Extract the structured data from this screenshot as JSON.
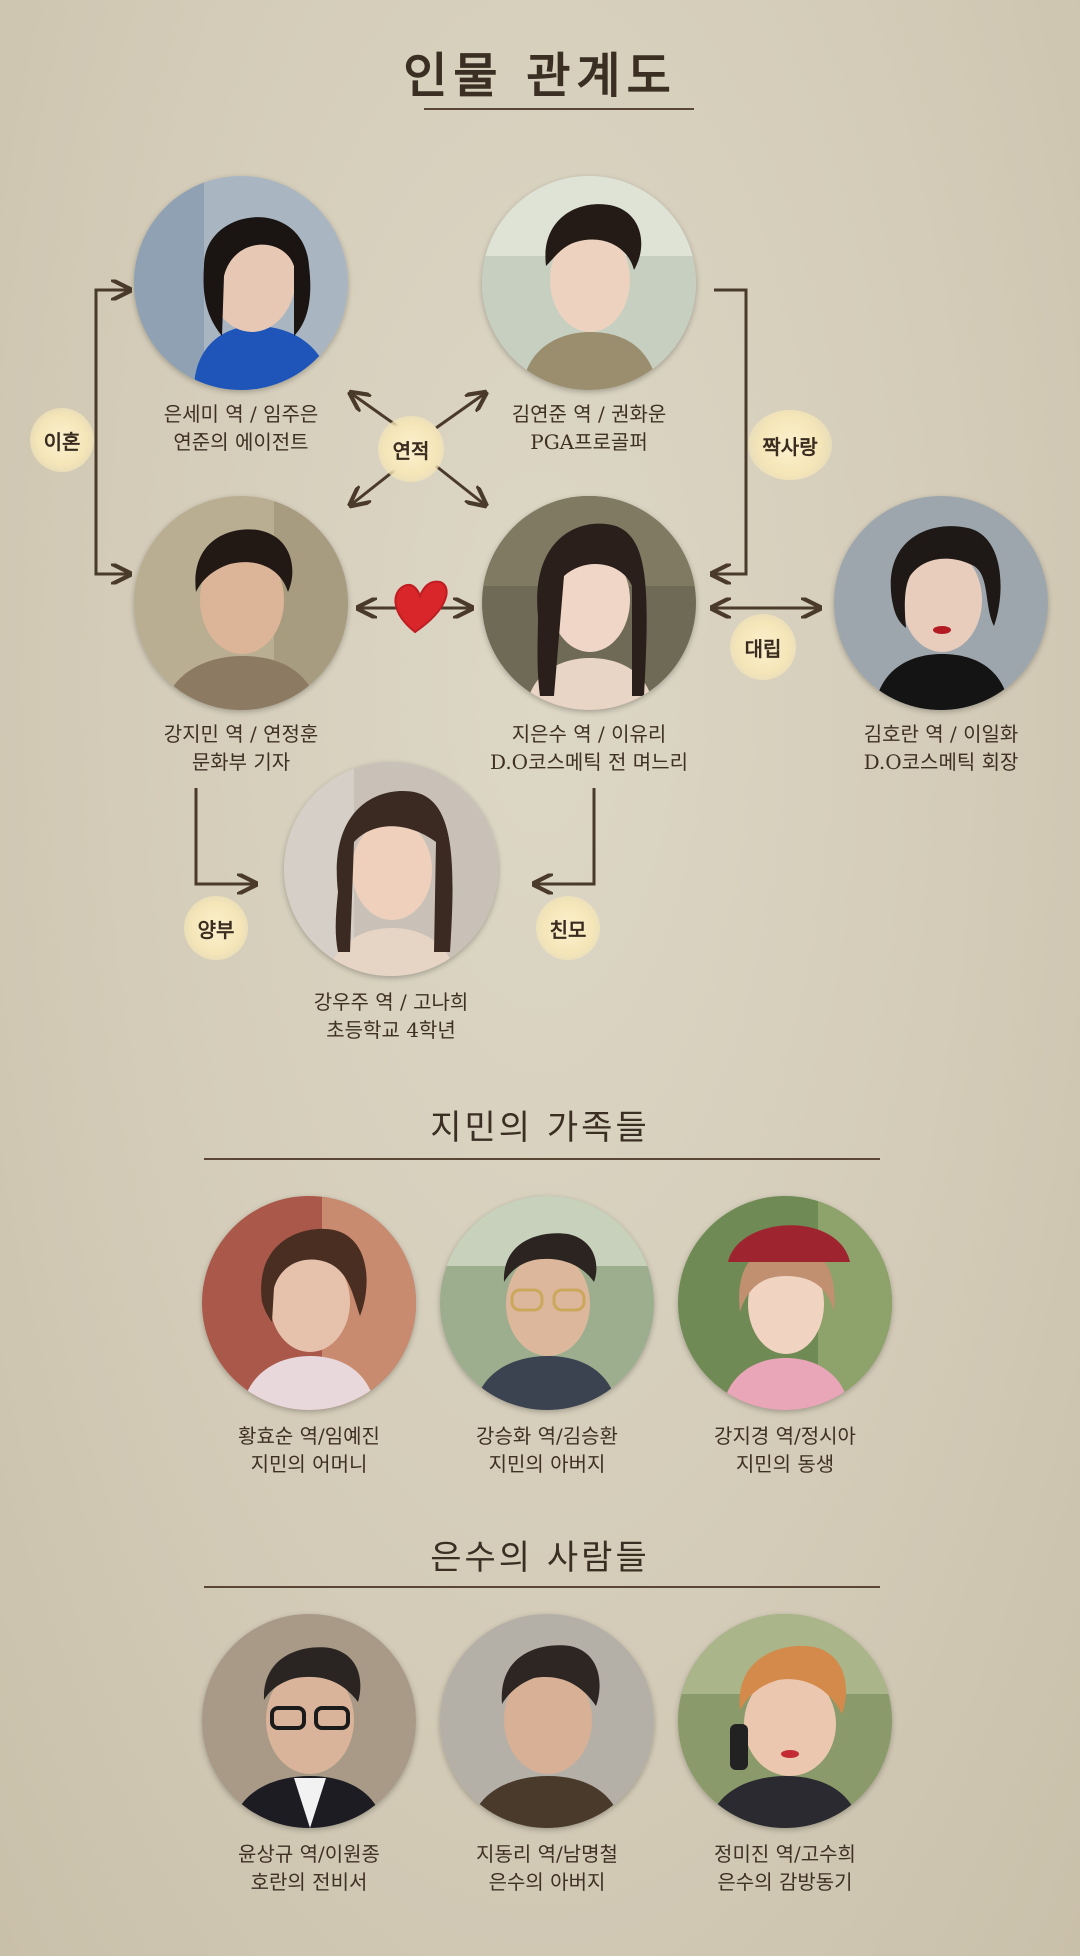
{
  "titles": {
    "main": "인물 관계도",
    "family": "지민의 가족들",
    "eunsu_people": "은수의 사람들"
  },
  "relations": {
    "divorce": "이혼",
    "colleague": "연적",
    "unrequited": "짝사랑",
    "conflict": "대립",
    "adoptive_father": "양부",
    "birth_mother": "친모"
  },
  "characters": {
    "eun_semi": {
      "line1": "은세미 역 / 임주은",
      "line2": "연준의 에이전트"
    },
    "kim_yeonjun": {
      "line1": "김연준 역 / 권화운",
      "line2": "PGA프로골퍼"
    },
    "kang_jimin": {
      "line1": "강지민 역 / 연정훈",
      "line2": "문화부 기자"
    },
    "ji_eunsu": {
      "line1": "지은수 역 / 이유리",
      "line2": "D.O코스메틱 전 며느리"
    },
    "kim_horan": {
      "line1": "김호란 역 / 이일화",
      "line2": "D.O코스메틱 회장"
    },
    "kang_woojoo": {
      "line1": "강우주 역 / 고나희",
      "line2": "초등학교 4학년"
    }
  },
  "family": [
    {
      "line1": "황효순 역/임예진",
      "line2": "지민의 어머니"
    },
    {
      "line1": "강승화 역/김승환",
      "line2": "지민의 아버지"
    },
    {
      "line1": "강지경 역/정시아",
      "line2": "지민의 동생"
    }
  ],
  "eunsu_people": [
    {
      "line1": "윤상규 역/이원종",
      "line2": "호란의 전비서"
    },
    {
      "line1": "지동리 역/남명철",
      "line2": "은수의 아버지"
    },
    {
      "line1": "정미진 역/고수희",
      "line2": "은수의 감방동기"
    }
  ],
  "colors": {
    "arrow": "#4a3a2a",
    "heart": "#d8262b",
    "badge": "#f7e9bd"
  }
}
